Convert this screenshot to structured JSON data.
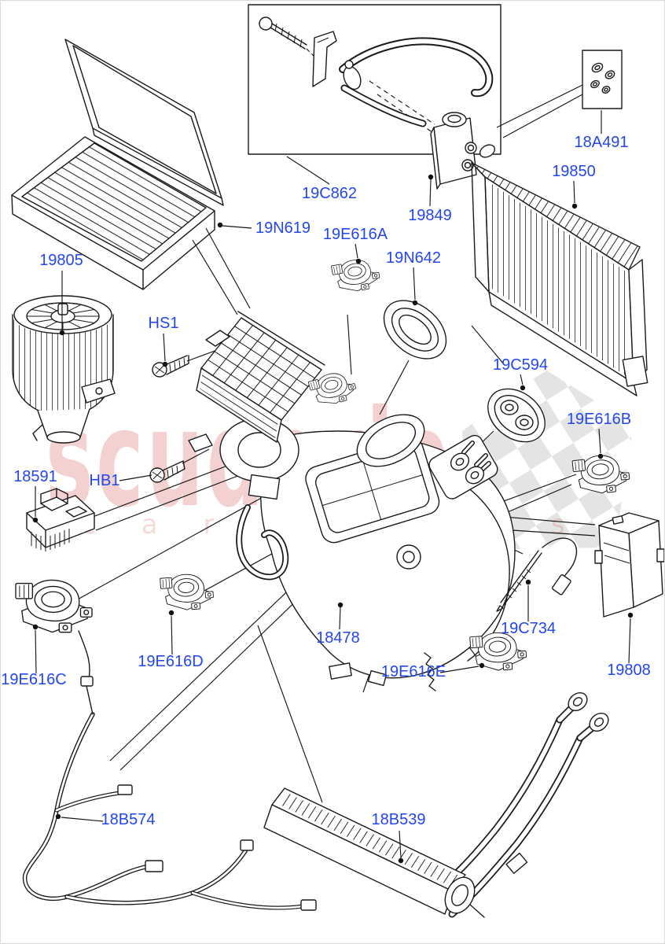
{
  "diagram": {
    "title_hidden": "",
    "watermark": {
      "line1": "scuderia",
      "line2": "car parts"
    },
    "colors": {
      "label_blue": "#2346ee",
      "line_black": "#1a1a1a",
      "watermark_pink": "#d66a6a",
      "checker_gray": "#e4e4e4"
    },
    "parts": [
      {
        "id": "19805",
        "label": "19805"
      },
      {
        "id": "19N619",
        "label": "19N619"
      },
      {
        "id": "19C862",
        "label": "19C862"
      },
      {
        "id": "19849",
        "label": "19849"
      },
      {
        "id": "18A491",
        "label": "18A491"
      },
      {
        "id": "19850",
        "label": "19850"
      },
      {
        "id": "19E616A",
        "label": "19E616A"
      },
      {
        "id": "19N642",
        "label": "19N642"
      },
      {
        "id": "HS1",
        "label": "HS1"
      },
      {
        "id": "19C594",
        "label": "19C594"
      },
      {
        "id": "19E616B",
        "label": "19E616B"
      },
      {
        "id": "18591",
        "label": "18591"
      },
      {
        "id": "HB1",
        "label": "HB1"
      },
      {
        "id": "18478",
        "label": "18478"
      },
      {
        "id": "19E616C",
        "label": "19E616C"
      },
      {
        "id": "19E616D",
        "label": "19E616D"
      },
      {
        "id": "19E616E",
        "label": "19E616E"
      },
      {
        "id": "19C734",
        "label": "19C734"
      },
      {
        "id": "19808",
        "label": "19808"
      },
      {
        "id": "18B574",
        "label": "18B574"
      },
      {
        "id": "18B539",
        "label": "18B539"
      }
    ]
  }
}
